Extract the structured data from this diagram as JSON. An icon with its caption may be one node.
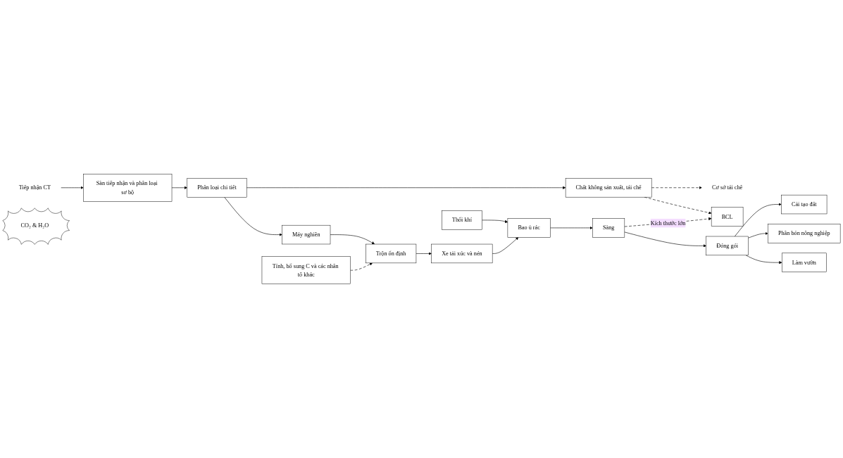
{
  "diagram": {
    "nodes": [
      {
        "text": [
          "Tiếp nhận CT"
        ]
      },
      {
        "text": [
          "Sàn tiếp nhận và phân loại sơ bộ"
        ]
      },
      {
        "text": [
          "Phân loại chi tiết"
        ]
      },
      {
        "text": [
          "Máy nghiền"
        ]
      },
      {
        "text": [
          "Tính, bổ sung C và các nhân tố khác"
        ]
      },
      {
        "text": [
          "Cơ sở tái chế"
        ]
      },
      {
        "text": [
          "Chất không sản xuất, tái chế"
        ]
      },
      {
        "text": [
          "Trộn ổn định"
        ]
      },
      {
        "text": [
          "CO₂ & H₂O"
        ]
      },
      {
        "text": [
          "BCL"
        ]
      },
      {
        "text": [
          "Thổi khí"
        ]
      },
      {
        "text": [
          "Bao ủ rác"
        ]
      },
      {
        "text": [
          "Xe tải xúc và nén"
        ]
      },
      {
        "text": [
          "Sàng"
        ]
      },
      {
        "text": [
          "Đóng gói"
        ]
      },
      {
        "text": [
          "Cải tạo đất"
        ]
      },
      {
        "text": [
          "Phân bón nông nghiệp"
        ]
      },
      {
        "text": [
          "Làm vườn"
        ]
      }
    ],
    "edges": [
      {
        "from": 0,
        "to": 1,
        "arrow": "to"
      },
      {
        "from": 1,
        "to": 2,
        "arrow": "to"
      },
      {
        "from": 2,
        "to": 3,
        "arrow": "to"
      },
      {
        "from": 2,
        "to": 6,
        "arrow": "to"
      },
      {
        "from": 3,
        "to": 7,
        "arrow": "to"
      },
      {
        "from": 4,
        "to": 7,
        "arrow": "to",
        "style": "dashed"
      },
      {
        "from": 6,
        "to": 5,
        "arrow": "to",
        "style": "dashed"
      },
      {
        "from": 6,
        "to": 9,
        "arrow": "to",
        "style": "dashed"
      },
      {
        "from": 7,
        "to": 12,
        "arrow": "to"
      },
      {
        "from": 10,
        "to": 11,
        "arrow": "to"
      },
      {
        "from": 12,
        "to": 11,
        "arrow": "to"
      },
      {
        "from": 11,
        "to": 13,
        "arrow": "to"
      },
      {
        "from": 13,
        "to": 9,
        "arrow": "to",
        "style": "dashed",
        "label": "Kích thước lớn"
      },
      {
        "from": 13,
        "to": 14,
        "arrow": "to"
      },
      {
        "from": 14,
        "to": 15,
        "arrow": "to"
      },
      {
        "from": 14,
        "to": 16,
        "arrow": "to"
      },
      {
        "from": 14,
        "to": 17,
        "arrow": "to"
      }
    ]
  }
}
